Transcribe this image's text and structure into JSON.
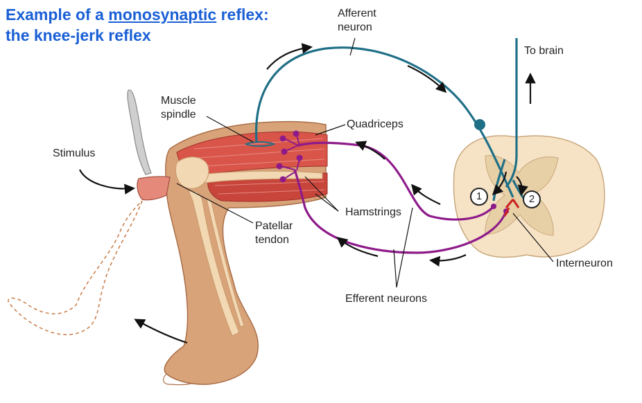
{
  "title": {
    "line1_prefix": "Example of a ",
    "line1_link": "monosynaptic",
    "line1_suffix": " reflex:",
    "line2": "the knee-jerk reflex"
  },
  "labels": {
    "afferent_line1": "Afferent",
    "afferent_line2": "neuron",
    "to_brain": "To brain",
    "muscle_spindle_line1": "Muscle",
    "muscle_spindle_line2": "spindle",
    "quadriceps": "Quadriceps",
    "stimulus": "Stimulus",
    "hamstrings": "Hamstrings",
    "patellar_line1": "Patellar",
    "patellar_line2": "tendon",
    "interneuron": "Interneuron",
    "efferent_neurons": "Efferent neurons",
    "marker_1": "1",
    "marker_2": "2"
  },
  "colors": {
    "title": "#1a5fd6",
    "afferent": "#1f6f86",
    "efferent": "#8e1a8a",
    "interneuron": "#cc1f1f",
    "skin": "#d9a37a",
    "muscle": "#d9554a",
    "bone": "#f3d8b4",
    "spinal_cord": "#f6e3c6"
  }
}
